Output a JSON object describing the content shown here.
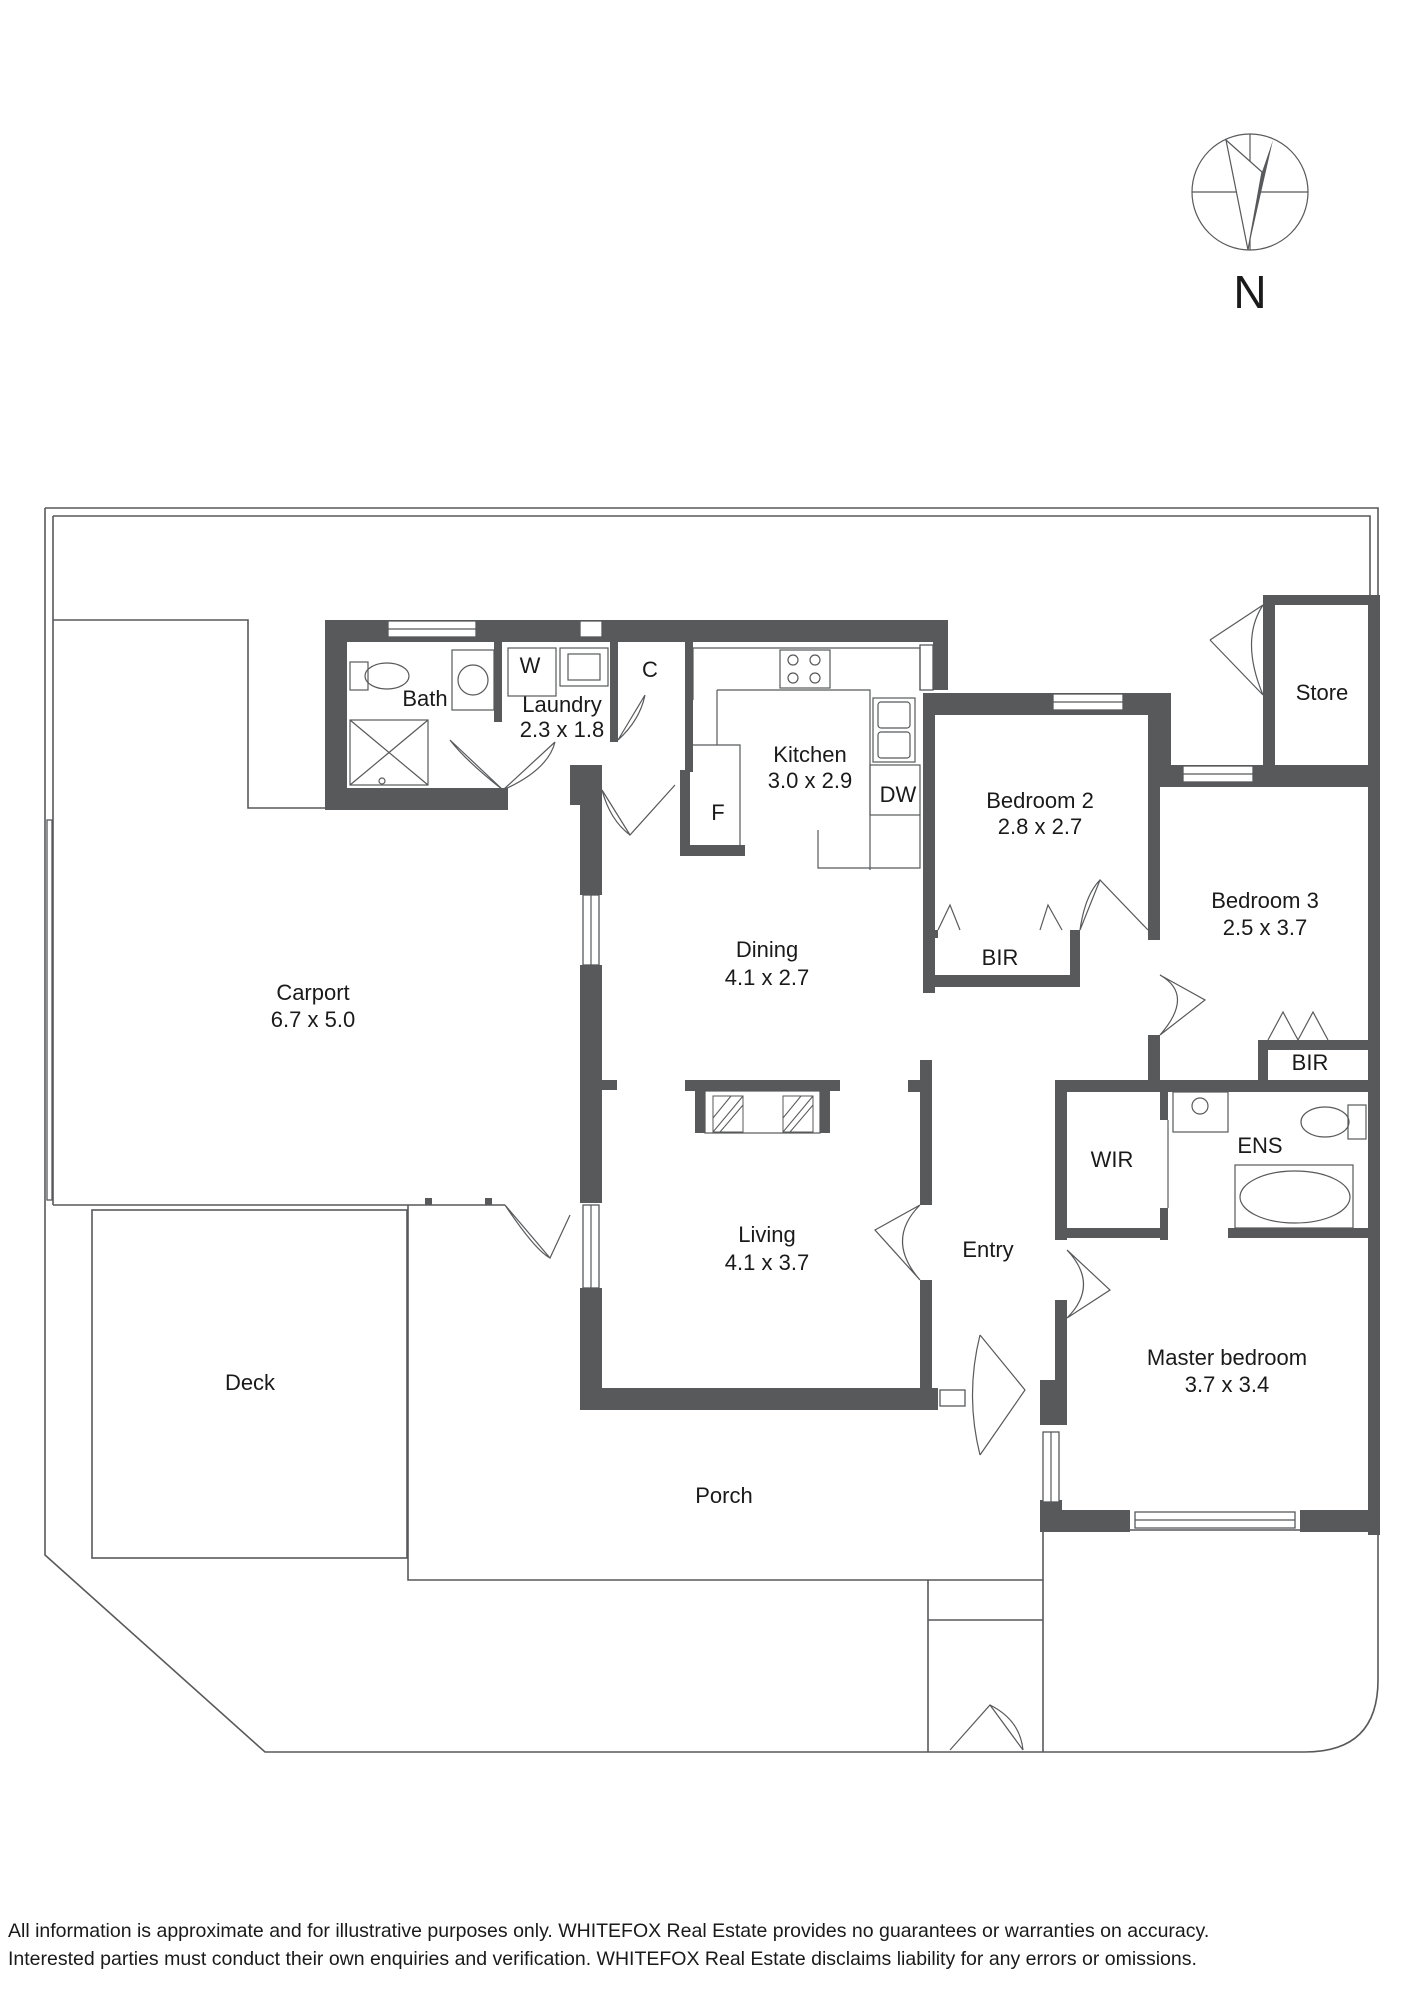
{
  "compass": {
    "label": "N",
    "icon": "north-arrow-icon"
  },
  "rooms": {
    "bath": {
      "name": "Bath"
    },
    "laundry": {
      "name": "Laundry",
      "size": "2.3 x 1.8"
    },
    "washer": {
      "name": "W"
    },
    "cupboard": {
      "name": "C"
    },
    "kitchen": {
      "name": "Kitchen",
      "size": "3.0 x 2.9"
    },
    "fridge": {
      "name": "F"
    },
    "dishwasher": {
      "name": "DW"
    },
    "store": {
      "name": "Store"
    },
    "bedroom2": {
      "name": "Bedroom 2",
      "size": "2.8 x 2.7"
    },
    "bir2": {
      "name": "BIR"
    },
    "bedroom3": {
      "name": "Bedroom 3",
      "size": "2.5 x 3.7"
    },
    "bir3": {
      "name": "BIR"
    },
    "carport": {
      "name": "Carport",
      "size": "6.7 x 5.0"
    },
    "dining": {
      "name": "Dining",
      "size": "4.1 x 2.7"
    },
    "living": {
      "name": "Living",
      "size": "4.1 x 3.7"
    },
    "wir": {
      "name": "WIR"
    },
    "ensuite": {
      "name": "ENS"
    },
    "entry": {
      "name": "Entry"
    },
    "master": {
      "name": "Master bedroom",
      "size": "3.7 x 3.4"
    },
    "deck": {
      "name": "Deck"
    },
    "porch": {
      "name": "Porch"
    }
  },
  "disclaimer": {
    "line1": "All information is approximate and for illustrative purposes only. WHITEFOX Real Estate provides no guarantees or warranties on accuracy.",
    "line2": "Interested parties must conduct their own enquiries and verification. WHITEFOX Real Estate disclaims liability for any errors or omissions."
  },
  "colors": {
    "wall": "#58595b",
    "line": "#58595b",
    "text": "#1a1a1a",
    "background": "#ffffff"
  }
}
